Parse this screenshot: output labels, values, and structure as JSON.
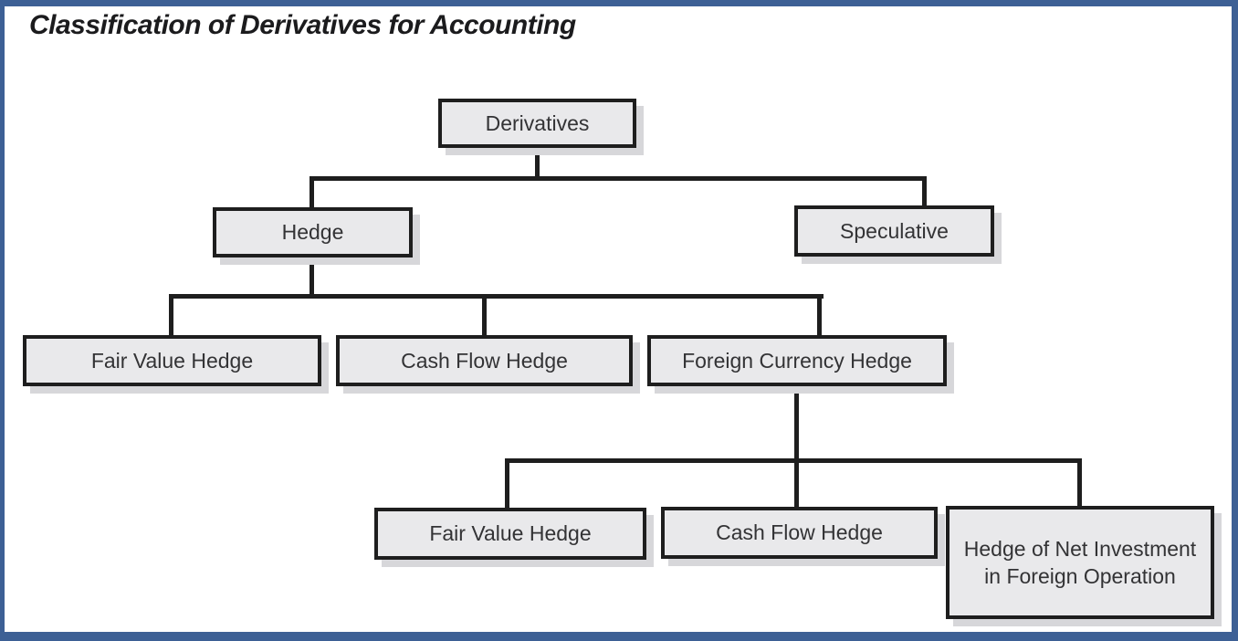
{
  "title": "Classification of Derivatives for Accounting",
  "colors": {
    "frame_blue": "#3d6095",
    "box_fill": "#e9e9eb",
    "box_border": "#1e1e1e",
    "shadow": "#d7d7da"
  },
  "tree": {
    "root": {
      "label": "Derivatives",
      "children": [
        {
          "label": "Hedge",
          "children": [
            {
              "label": "Fair Value Hedge"
            },
            {
              "label": "Cash Flow Hedge"
            },
            {
              "label": "Foreign Currency Hedge",
              "children": [
                {
                  "label": "Fair Value Hedge"
                },
                {
                  "label": "Cash Flow Hedge"
                },
                {
                  "label": "Hedge of Net Investment in Foreign Operation"
                }
              ]
            }
          ]
        },
        {
          "label": "Speculative"
        }
      ]
    }
  }
}
